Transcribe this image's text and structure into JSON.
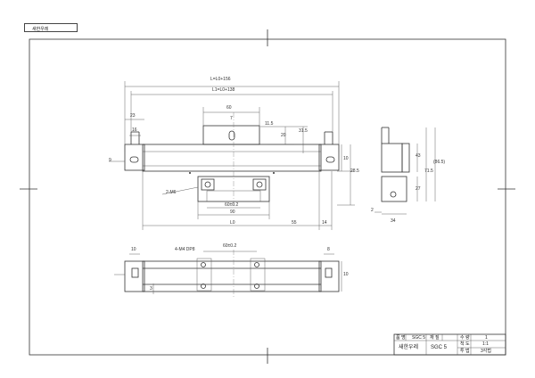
{
  "header": {
    "tag": "새한우레"
  },
  "dims": {
    "l_total": "L=L0+156",
    "l1_total": "L1=L0+138",
    "d60": "60",
    "d23": "23",
    "d9": "9",
    "d16": "16",
    "d20": "20",
    "d7": "7",
    "d11_5": "11.5",
    "d31_5": "31.5",
    "d10": "10",
    "d28_5": "28.5",
    "d2m6": "2-M6",
    "d60pm": "60±0.2",
    "d90": "90",
    "d_l0": "L0",
    "d55": "55",
    "d14": "14",
    "d43": "43",
    "d71_5": "71.5",
    "d86_5": "(86.5)",
    "d27": "27",
    "d2": "2",
    "d34": "34",
    "d4m4": "4-M4 DP8",
    "d60pm_b": "60±0.2",
    "d10_b": "10",
    "d8": "8",
    "d10_c": "10",
    "d3": "3"
  },
  "title_block": {
    "h_name": "품 명",
    "v_name": "SGC 5",
    "h_material": "재 질",
    "h_qty": "수 량",
    "v_qty": "1",
    "h_scale": "척 도",
    "v_scale": "1:1",
    "h_method": "투 법",
    "v_method": "3각법",
    "company": "새한우레",
    "model": "SGC 5"
  }
}
